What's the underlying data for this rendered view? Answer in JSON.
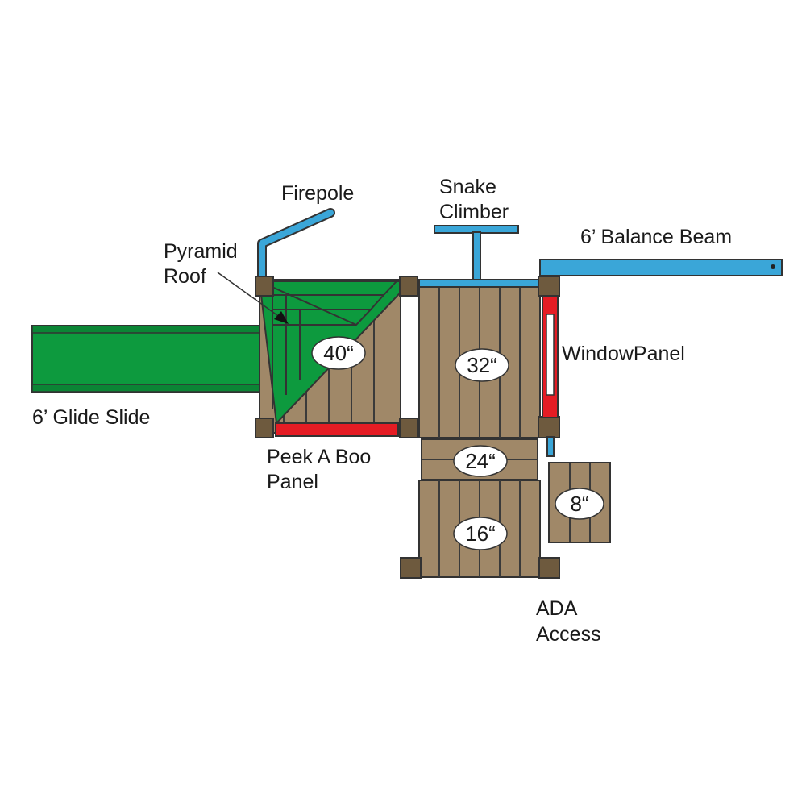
{
  "labels": {
    "firepole": "Firepole",
    "snake_climber_line1": "Snake",
    "snake_climber_line2": "Climber",
    "pyramid_roof_line1": "Pyramid",
    "pyramid_roof_line2": "Roof",
    "balance_beam": "6’ Balance Beam",
    "window_panel": "WindowPanel",
    "glide_slide": "6’ Glide Slide",
    "peek_a_boo_line1": "Peek A Boo",
    "peek_a_boo_line2": "Panel",
    "ada_access_line1": "ADA",
    "ada_access_line2": "Access"
  },
  "heights": {
    "deck_40": "40“",
    "deck_32": "32“",
    "step_24": "24“",
    "deck_16": "16“",
    "step_8": "8“"
  },
  "colors": {
    "wood": "#a08868",
    "post": "#6e5a3e",
    "accent_green": "#0d9a3e",
    "accent_blue": "#3aa6d8",
    "accent_red": "#e51c24",
    "outline": "#333333"
  }
}
